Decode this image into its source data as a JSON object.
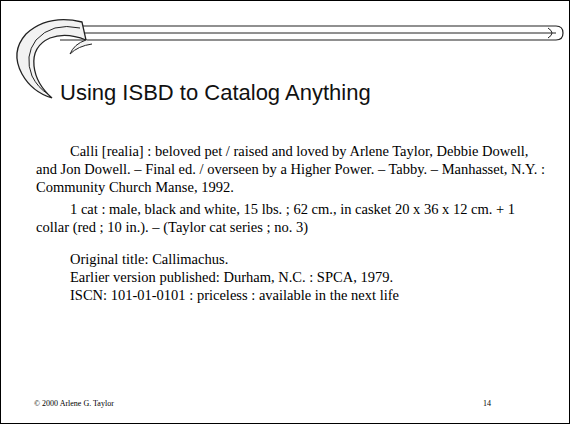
{
  "diagram": {
    "title": "Using ISBD to Catalog Anything",
    "labels": [
      "Calli [realia] : beloved pet / raised and loved by Arlene Taylor, Debbie Dowell, and Jon Dowell. – Final ed. / overseen by a Higher Power. – Tabby. – Manhasset, N.Y. : Community Church Manse, 1992.",
      "1 cat : male, black and white, 15 lbs. ; 62 cm., in casket 20 x 36 x 12 cm. + 1 collar (red ; 10 in.). – (Taylor cat series ; no. 3)",
      "Original title: Callimachus.",
      "Earlier version published: Durham, N.C. : SPCA, 1979.",
      "ISCN: 101-01-0101 : priceless : available in the next life",
      "© 2000 Arlene G. Taylor",
      "14"
    ]
  }
}
